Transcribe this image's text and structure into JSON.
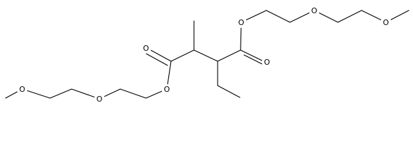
{
  "molecule": {
    "atoms": [
      {
        "id": "O1",
        "label": "O"
      },
      {
        "id": "O2",
        "label": "O"
      },
      {
        "id": "O3",
        "label": "O"
      },
      {
        "id": "O4",
        "label": "O"
      },
      {
        "id": "O5",
        "label": "O"
      },
      {
        "id": "O6",
        "label": "O"
      },
      {
        "id": "O7",
        "label": "O"
      },
      {
        "id": "O8",
        "label": "O"
      }
    ]
  }
}
